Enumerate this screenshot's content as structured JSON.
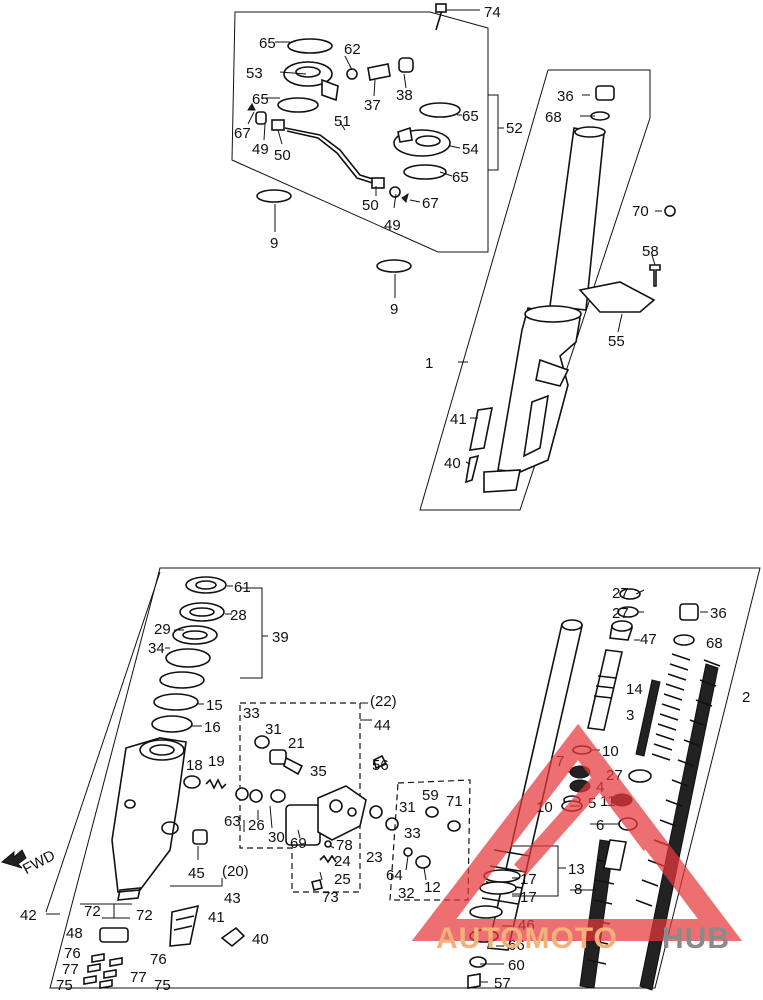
{
  "labels": {
    "top": {
      "p74": "74",
      "p65a": "65",
      "p62": "62",
      "p53": "53",
      "p37": "37",
      "p38": "38",
      "p65b": "65",
      "p51": "51",
      "p67a": "67",
      "p49a": "49",
      "p50a": "50",
      "p65c": "65",
      "p52": "52",
      "p54": "54",
      "p65d": "65",
      "p50b": "50",
      "p49b": "49",
      "p67b": "67",
      "p9a": "9",
      "p9b": "9",
      "p36": "36",
      "p68": "68",
      "p70": "70",
      "p58": "58",
      "p55": "55",
      "p1": "1",
      "p41": "41",
      "p40": "40"
    },
    "bottom": {
      "p61": "61",
      "p28": "28",
      "p29": "29",
      "p39": "39",
      "p34": "34",
      "p15": "15",
      "p16": "16",
      "p33a": "33",
      "p31a": "31",
      "p21": "21",
      "p35": "35",
      "p22": "(22)",
      "p44": "44",
      "p18": "18",
      "p19": "19",
      "p56": "56",
      "p59": "59",
      "p71": "71",
      "p31b": "31",
      "p33b": "33",
      "p63": "63",
      "p26": "26",
      "p30": "30",
      "p69": "69",
      "p78": "78",
      "p24": "24",
      "p23": "23",
      "p64": "64",
      "p12": "12",
      "p25": "25",
      "p32": "32",
      "p73": "73",
      "p45": "45",
      "p20": "(20)",
      "p43": "43",
      "p42": "42",
      "p72a": "72",
      "p72b": "72",
      "p41": "41",
      "p40": "40",
      "p48": "48",
      "p76a": "76",
      "p76b": "76",
      "p77a": "77",
      "p77b": "77",
      "p75a": "75",
      "p75b": "75",
      "fwd": "FWD",
      "p27a": "27",
      "p27b": "27",
      "p36": "36",
      "p47": "47",
      "p68": "68",
      "p14": "14",
      "p2": "2",
      "p3": "3",
      "p10a": "10",
      "p7": "7",
      "p27c": "27",
      "p4": "4",
      "p10b": "10",
      "p5": "5",
      "p11": "11",
      "p6": "6",
      "p13": "13",
      "p17a": "17",
      "p17b": "17",
      "p8": "8",
      "p46": "46",
      "p66": "66",
      "p60": "60",
      "p57": "57"
    }
  },
  "watermark": {
    "brand_a": "AUTOMOTO",
    "brand_b": "HUB",
    "color_a": "#f3b27a",
    "color_b": "#8a8a8a",
    "logo_color": "#e8383d"
  }
}
